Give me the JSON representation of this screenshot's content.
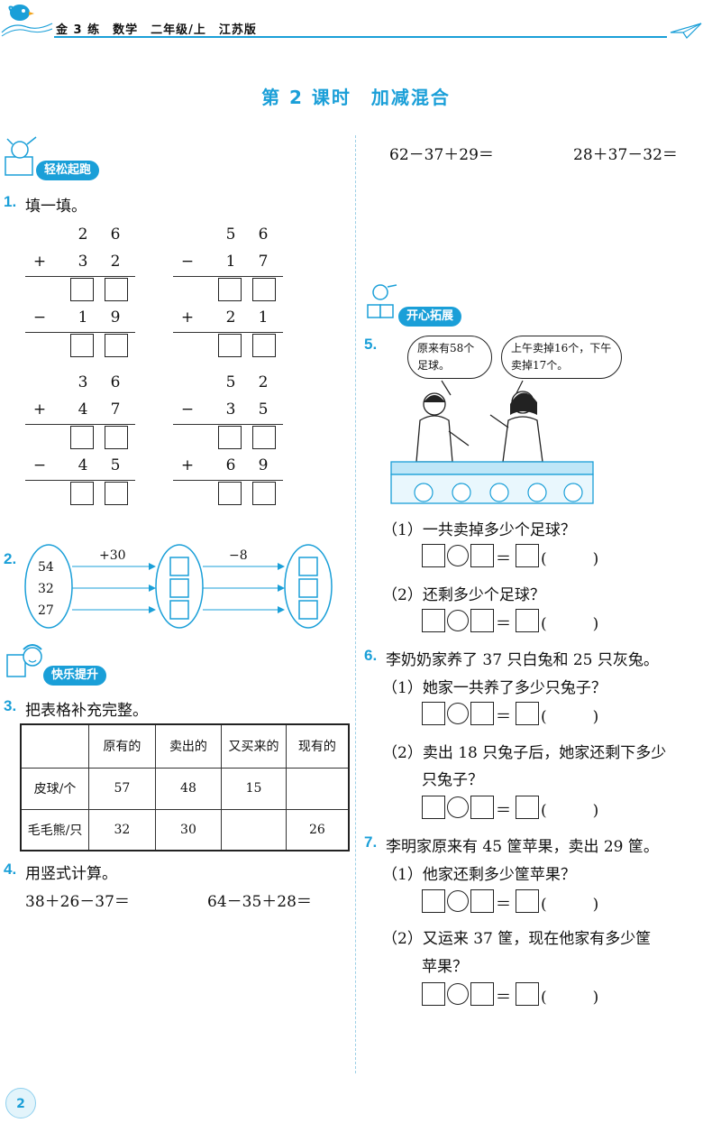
{
  "header": {
    "text": "金 3 练　数学　二年级/上　江苏版"
  },
  "page_title": "第 2 课时　加减混合",
  "page_number": "2",
  "sections": {
    "s1_badge": "轻松起跑",
    "s2_badge": "快乐提升",
    "s3_badge": "开心拓展"
  },
  "q1": {
    "num": "1.",
    "text": "填一填。",
    "c1": {
      "a": [
        "2",
        "6"
      ],
      "op1": "+",
      "b": [
        "3",
        "2"
      ],
      "op2": "−",
      "c": [
        "1",
        "9"
      ]
    },
    "c2": {
      "a": [
        "5",
        "6"
      ],
      "op1": "−",
      "b": [
        "1",
        "7"
      ],
      "op2": "+",
      "c": [
        "2",
        "1"
      ]
    },
    "c3": {
      "a": [
        "3",
        "6"
      ],
      "op1": "+",
      "b": [
        "4",
        "7"
      ],
      "op2": "−",
      "c": [
        "4",
        "5"
      ]
    },
    "c4": {
      "a": [
        "5",
        "2"
      ],
      "op1": "−",
      "b": [
        "3",
        "5"
      ],
      "op2": "+",
      "c": [
        "6",
        "9"
      ]
    }
  },
  "q2": {
    "num": "2.",
    "nums": [
      "54",
      "32",
      "27"
    ],
    "op1": "+30",
    "op2": "−8"
  },
  "q3": {
    "num": "3.",
    "text": "把表格补充完整。",
    "headers": [
      "",
      "原有的",
      "卖出的",
      "又买来的",
      "现有的"
    ],
    "rows": [
      [
        "皮球/个",
        "57",
        "48",
        "15",
        ""
      ],
      [
        "毛毛熊/只",
        "32",
        "30",
        "",
        "26"
      ]
    ]
  },
  "q4": {
    "num": "4.",
    "text": "用竖式计算。",
    "exprs": [
      "38＋26－37＝",
      "64－35＋28＝",
      "62－37＋29＝",
      "28＋37－32＝"
    ]
  },
  "q5": {
    "num": "5.",
    "bubble1": "原来有58个足球。",
    "bubble2": "上午卖掉16个，下午卖掉17个。",
    "sub1": "（1）一共卖掉多少个足球？",
    "sub2": "（2）还剩多少个足球？"
  },
  "q6": {
    "num": "6.",
    "text": "李奶奶家养了 37 只白兔和 25 只灰兔。",
    "sub1": "（1）她家一共养了多少只兔子？",
    "sub2a": "（2）卖出 18 只兔子后，她家还剩下多少",
    "sub2b": "只兔子？"
  },
  "q7": {
    "num": "7.",
    "text": "李明家原来有 45 筐苹果，卖出 29 筐。",
    "sub1": "（1）他家还剩多少筐苹果？",
    "sub2a": "（2）又运来 37 筐，现在他家有多少筐",
    "sub2b": "苹果？"
  },
  "eq_marks": {
    "equals": "＝",
    "paren": "(　　　)"
  },
  "colors": {
    "accent": "#1a9fd8",
    "box": "#8fd0ee"
  }
}
